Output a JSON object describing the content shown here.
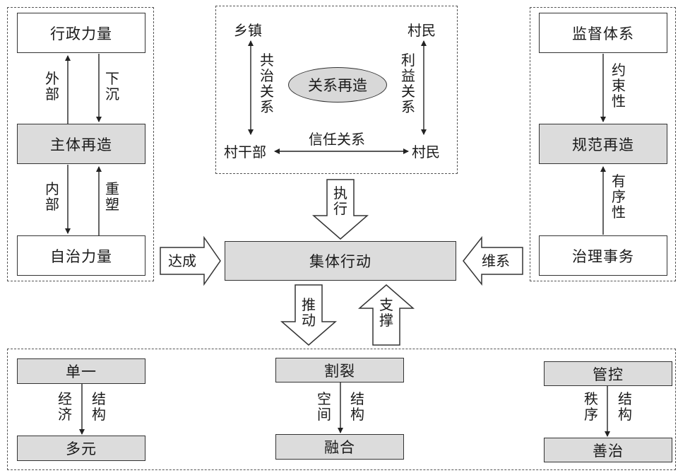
{
  "left": {
    "top_box": "行政力量",
    "mid_box": "主体再造",
    "bottom_box": "自治力量",
    "up_label_1": "外部",
    "down_label_1": "下沉",
    "down_label_2": "内部",
    "up_label_2": "重塑"
  },
  "center": {
    "top_left": "乡镇",
    "top_right": "村民",
    "bottom_left": "村干部",
    "bottom_right": "村民",
    "left_label": "共治关系",
    "right_label": "利益关系",
    "bottom_label": "信任关系",
    "ellipse": "关系再造"
  },
  "right": {
    "top_box": "监督体系",
    "mid_box": "规范再造",
    "bottom_box": "治理事务",
    "top_label": "约束性",
    "bottom_label": "有序性"
  },
  "main": {
    "collective_action": "集体行动",
    "arrow_execute": "执行",
    "arrow_achieve": "达成",
    "arrow_maintain": "维系",
    "arrow_promote": "推动",
    "arrow_support": "支撑"
  },
  "bottom": {
    "g1_top": "单一",
    "g1_bottom": "多元",
    "g1_left": "经济",
    "g1_right": "结构",
    "g2_top": "割裂",
    "g2_bottom": "融合",
    "g2_left": "空间",
    "g2_right": "结构",
    "g3_top": "管控",
    "g3_bottom": "善治",
    "g3_left": "秩序",
    "g3_right": "结构"
  }
}
